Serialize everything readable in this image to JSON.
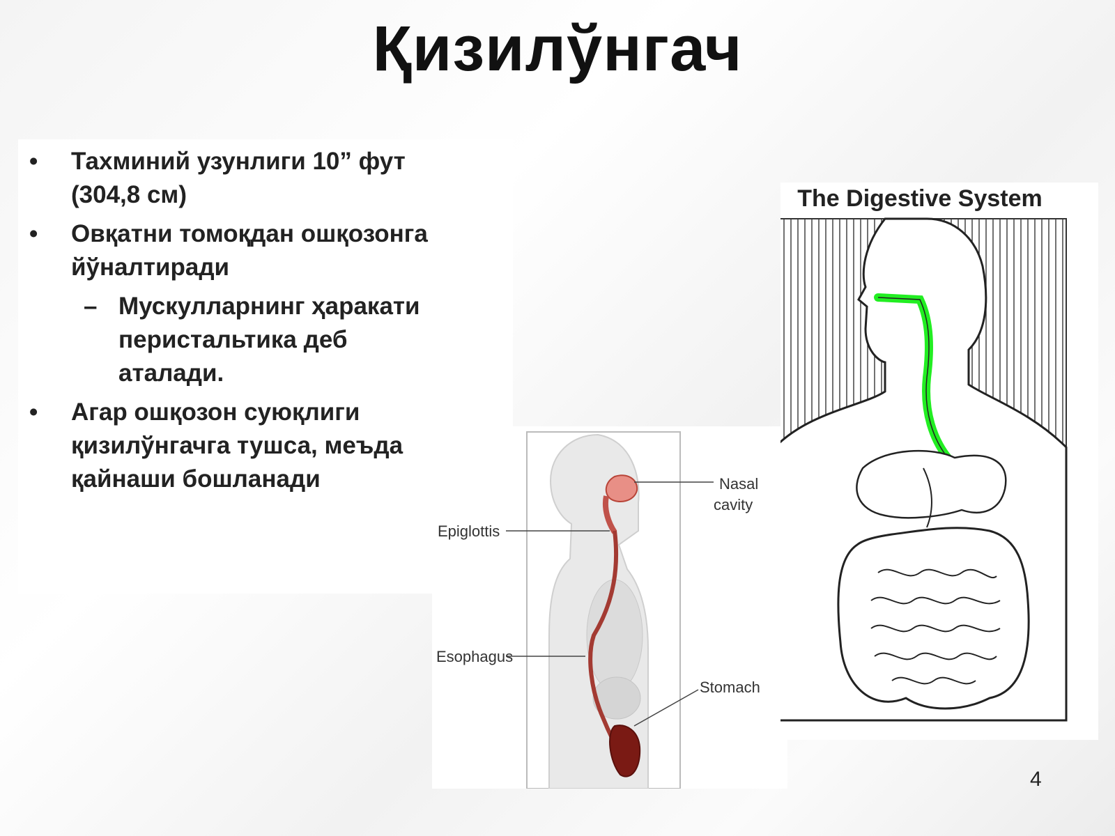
{
  "title": "Қизилўнгач",
  "bullets": [
    {
      "mark": "•",
      "lines": [
        "Тахминий узунлиги  10” фут",
        "(304,8 см)"
      ]
    },
    {
      "mark": "•",
      "lines": [
        "Овқатни томоқдан ошқозонга",
        "йўналтиради"
      ]
    },
    {
      "mark": "–",
      "lines": [
        "Мускулларнинг ҳаракати",
        "перистальтика деб",
        "аталади."
      ]
    },
    {
      "mark": "•",
      "lines": [
        "Агар ошқозон суюқлиги",
        "қизилўнгачга тушса, меъда",
        "қайнаши бошланади"
      ]
    }
  ],
  "figure_left": {
    "labels": {
      "nasal_1": "Nasal",
      "nasal_2": "cavity",
      "epiglottis": "Epiglottis",
      "esophagus": "Esophagus",
      "stomach": "Stomach"
    }
  },
  "figure_right": {
    "title": "The Digestive System",
    "highlight_color": "#22ee22"
  },
  "page_number": "4"
}
